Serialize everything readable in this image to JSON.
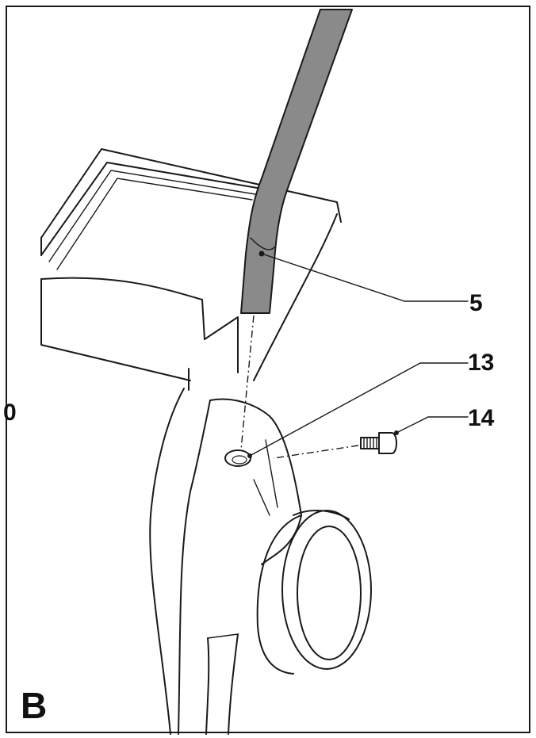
{
  "figure": {
    "letter": "B",
    "edge_number": "0"
  },
  "callouts": [
    {
      "id": "handle",
      "label": "5"
    },
    {
      "id": "hole",
      "label": "13"
    },
    {
      "id": "screw",
      "label": "14"
    }
  ],
  "colors": {
    "ink": "#1a1a1a",
    "handle_fill": "#8a8a8a",
    "paper": "#ffffff"
  }
}
